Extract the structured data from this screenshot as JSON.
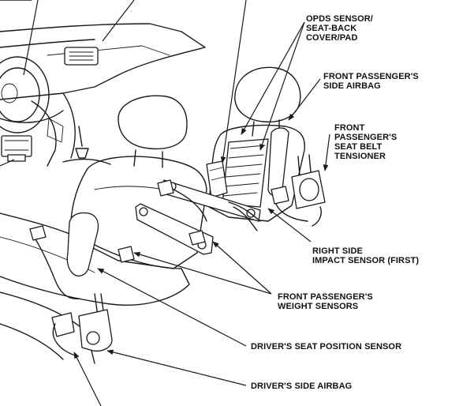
{
  "labels": {
    "opds_sensor": [
      "OPDS SENSOR/",
      "SEAT-BACK",
      "COVER/PAD"
    ],
    "passenger_side_airbag": [
      "FRONT PASSENGER'S",
      "SIDE AIRBAG"
    ],
    "seat_belt_tensioner": [
      "FRONT",
      "PASSENGER'S",
      "SEAT BELT",
      "TENSIONER"
    ],
    "right_side_impact_sensor": [
      "RIGHT SIDE",
      "IMPACT SENSOR (FIRST)"
    ],
    "weight_sensors": [
      "FRONT PASSENGER'S",
      "WEIGHT SENSORS"
    ],
    "driver_seat_position_sensor": [
      "DRIVER'S SEAT POSITION SENSOR"
    ],
    "driver_side_airbag": [
      "DRIVER'S SIDE AIRBAG"
    ]
  }
}
